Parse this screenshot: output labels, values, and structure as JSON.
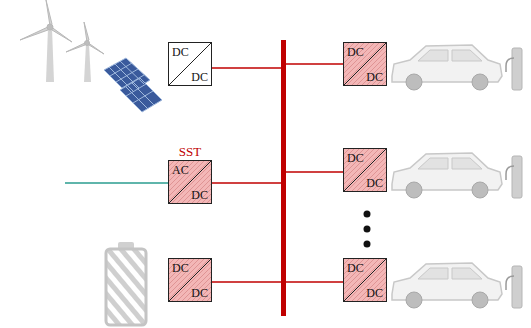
{
  "diagram": {
    "nodes": [
      {
        "text": [
          "DC",
          "DC"
        ]
      },
      {
        "text": [
          "DC",
          "DC"
        ]
      },
      {
        "text": [
          "SST",
          "AC",
          "DC"
        ]
      },
      {
        "text": [
          "DC",
          "DC"
        ]
      },
      {
        "text": [
          "DC",
          "DC"
        ]
      },
      {
        "text": [
          "DC",
          "DC"
        ]
      }
    ]
  }
}
